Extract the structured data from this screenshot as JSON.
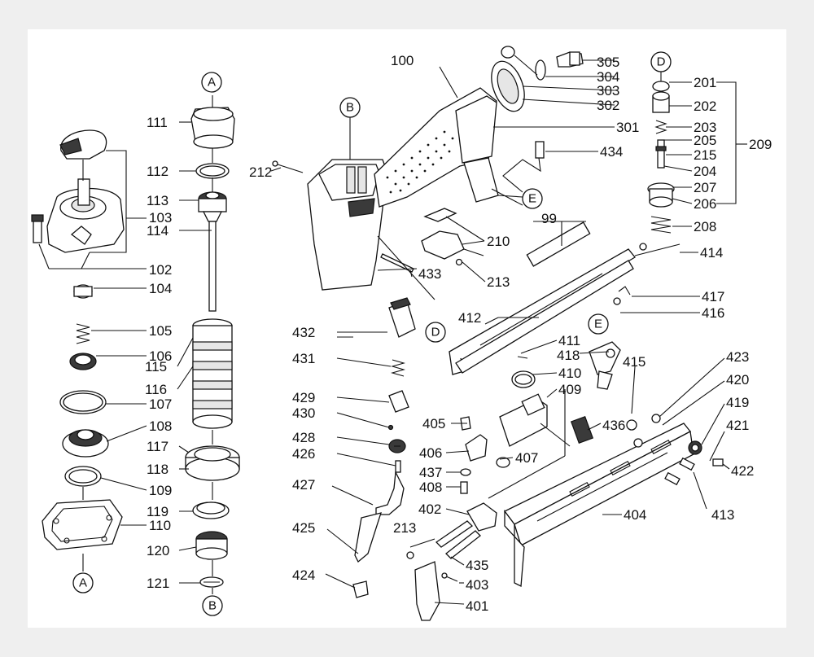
{
  "labels": {
    "p99": "99",
    "p100": "100",
    "p102": "102",
    "p103": "103",
    "p104": "104",
    "p105": "105",
    "p106": "106",
    "p107": "107",
    "p108": "108",
    "p109": "109",
    "p110": "110",
    "p111": "111",
    "p112": "112",
    "p113": "113",
    "p114": "114",
    "p115": "115",
    "p116": "116",
    "p117": "117",
    "p118": "118",
    "p119": "119",
    "p120": "120",
    "p121": "121",
    "p201": "201",
    "p202": "202",
    "p203": "203",
    "p204": "204",
    "p205": "205",
    "p206": "206",
    "p207": "207",
    "p208": "208",
    "p209": "209",
    "p210": "210",
    "p212": "212",
    "p213a": "213",
    "p213b": "213",
    "p215": "215",
    "p301": "301",
    "p302": "302",
    "p303": "303",
    "p304": "304",
    "p305": "305",
    "p401": "401",
    "p402": "402",
    "p403": "403",
    "p404": "404",
    "p405": "405",
    "p406": "406",
    "p407": "407",
    "p408": "408",
    "p409": "409",
    "p410": "410",
    "p411": "411",
    "p412": "412",
    "p413": "413",
    "p414": "414",
    "p415": "415",
    "p416": "416",
    "p417": "417",
    "p418": "418",
    "p419": "419",
    "p420": "420",
    "p421": "421",
    "p422": "422",
    "p423": "423",
    "p424": "424",
    "p425": "425",
    "p426": "426",
    "p427": "427",
    "p428": "428",
    "p429": "429",
    "p430": "430",
    "p431": "431",
    "p432": "432",
    "p433": "433",
    "p434": "434",
    "p435": "435",
    "p436": "436",
    "p437": "437"
  },
  "refs": {
    "a_top": "A",
    "a_bottom": "A",
    "b_top": "B",
    "b_bottom": "B",
    "d_top": "D",
    "d_mid": "D",
    "e_top": "E",
    "e_mid": "E"
  }
}
